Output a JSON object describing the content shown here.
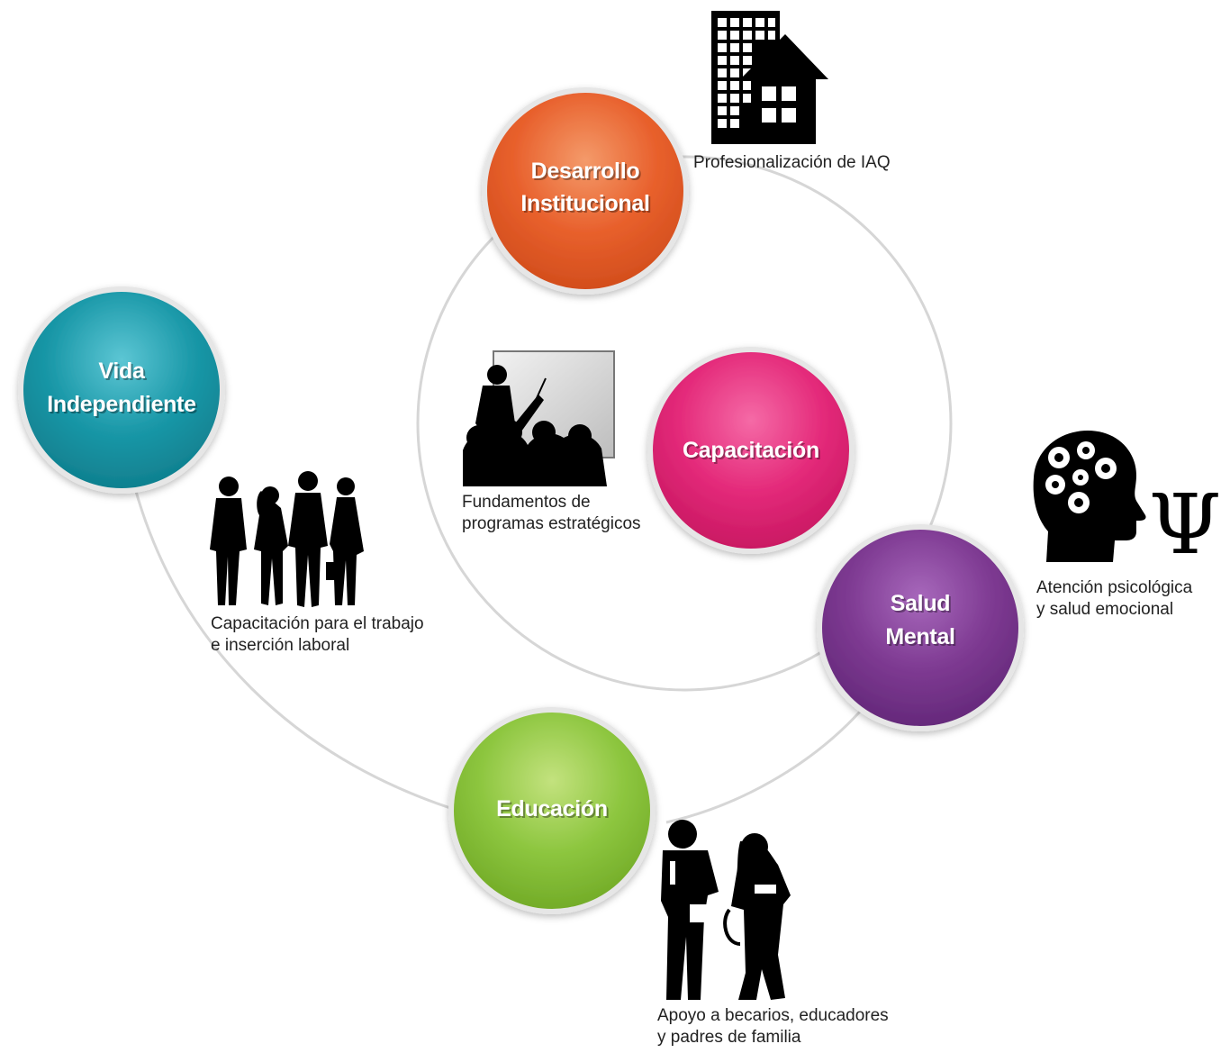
{
  "nodes": {
    "desarrollo": {
      "line1": "Desarrollo",
      "line2": "Institucional",
      "color": "#e8602c"
    },
    "vida": {
      "line1": "Vida",
      "line2": "Independiente",
      "color": "#1a98a8"
    },
    "capacitacion": {
      "line1": "Capacitación",
      "color": "#e42a7a"
    },
    "salud": {
      "line1": "Salud",
      "line2": "Mental",
      "color": "#7e3a92"
    },
    "educacion": {
      "line1": "Educación",
      "color": "#8dc63f"
    }
  },
  "captions": {
    "desarrollo": {
      "line1": "Profesionalización de IAQ"
    },
    "capacitacion": {
      "line1": "Fundamentos de",
      "line2": "programas estratégicos"
    },
    "vida": {
      "line1": "Capacitación para el trabajo",
      "line2": "e inserción laboral"
    },
    "salud": {
      "line1": "Atención psicológica",
      "line2": "y salud emocional"
    },
    "educacion": {
      "line1": "Apoyo a becarios, educadores",
      "line2": "y padres de familia"
    }
  },
  "icons": {
    "desarrollo": "building-house-icon",
    "capacitacion": "presentation-audience-icon",
    "vida": "business-people-icon",
    "salud": "head-gears-psi-icon",
    "educacion": "students-icon"
  },
  "connector_color": "#d6d6d6"
}
